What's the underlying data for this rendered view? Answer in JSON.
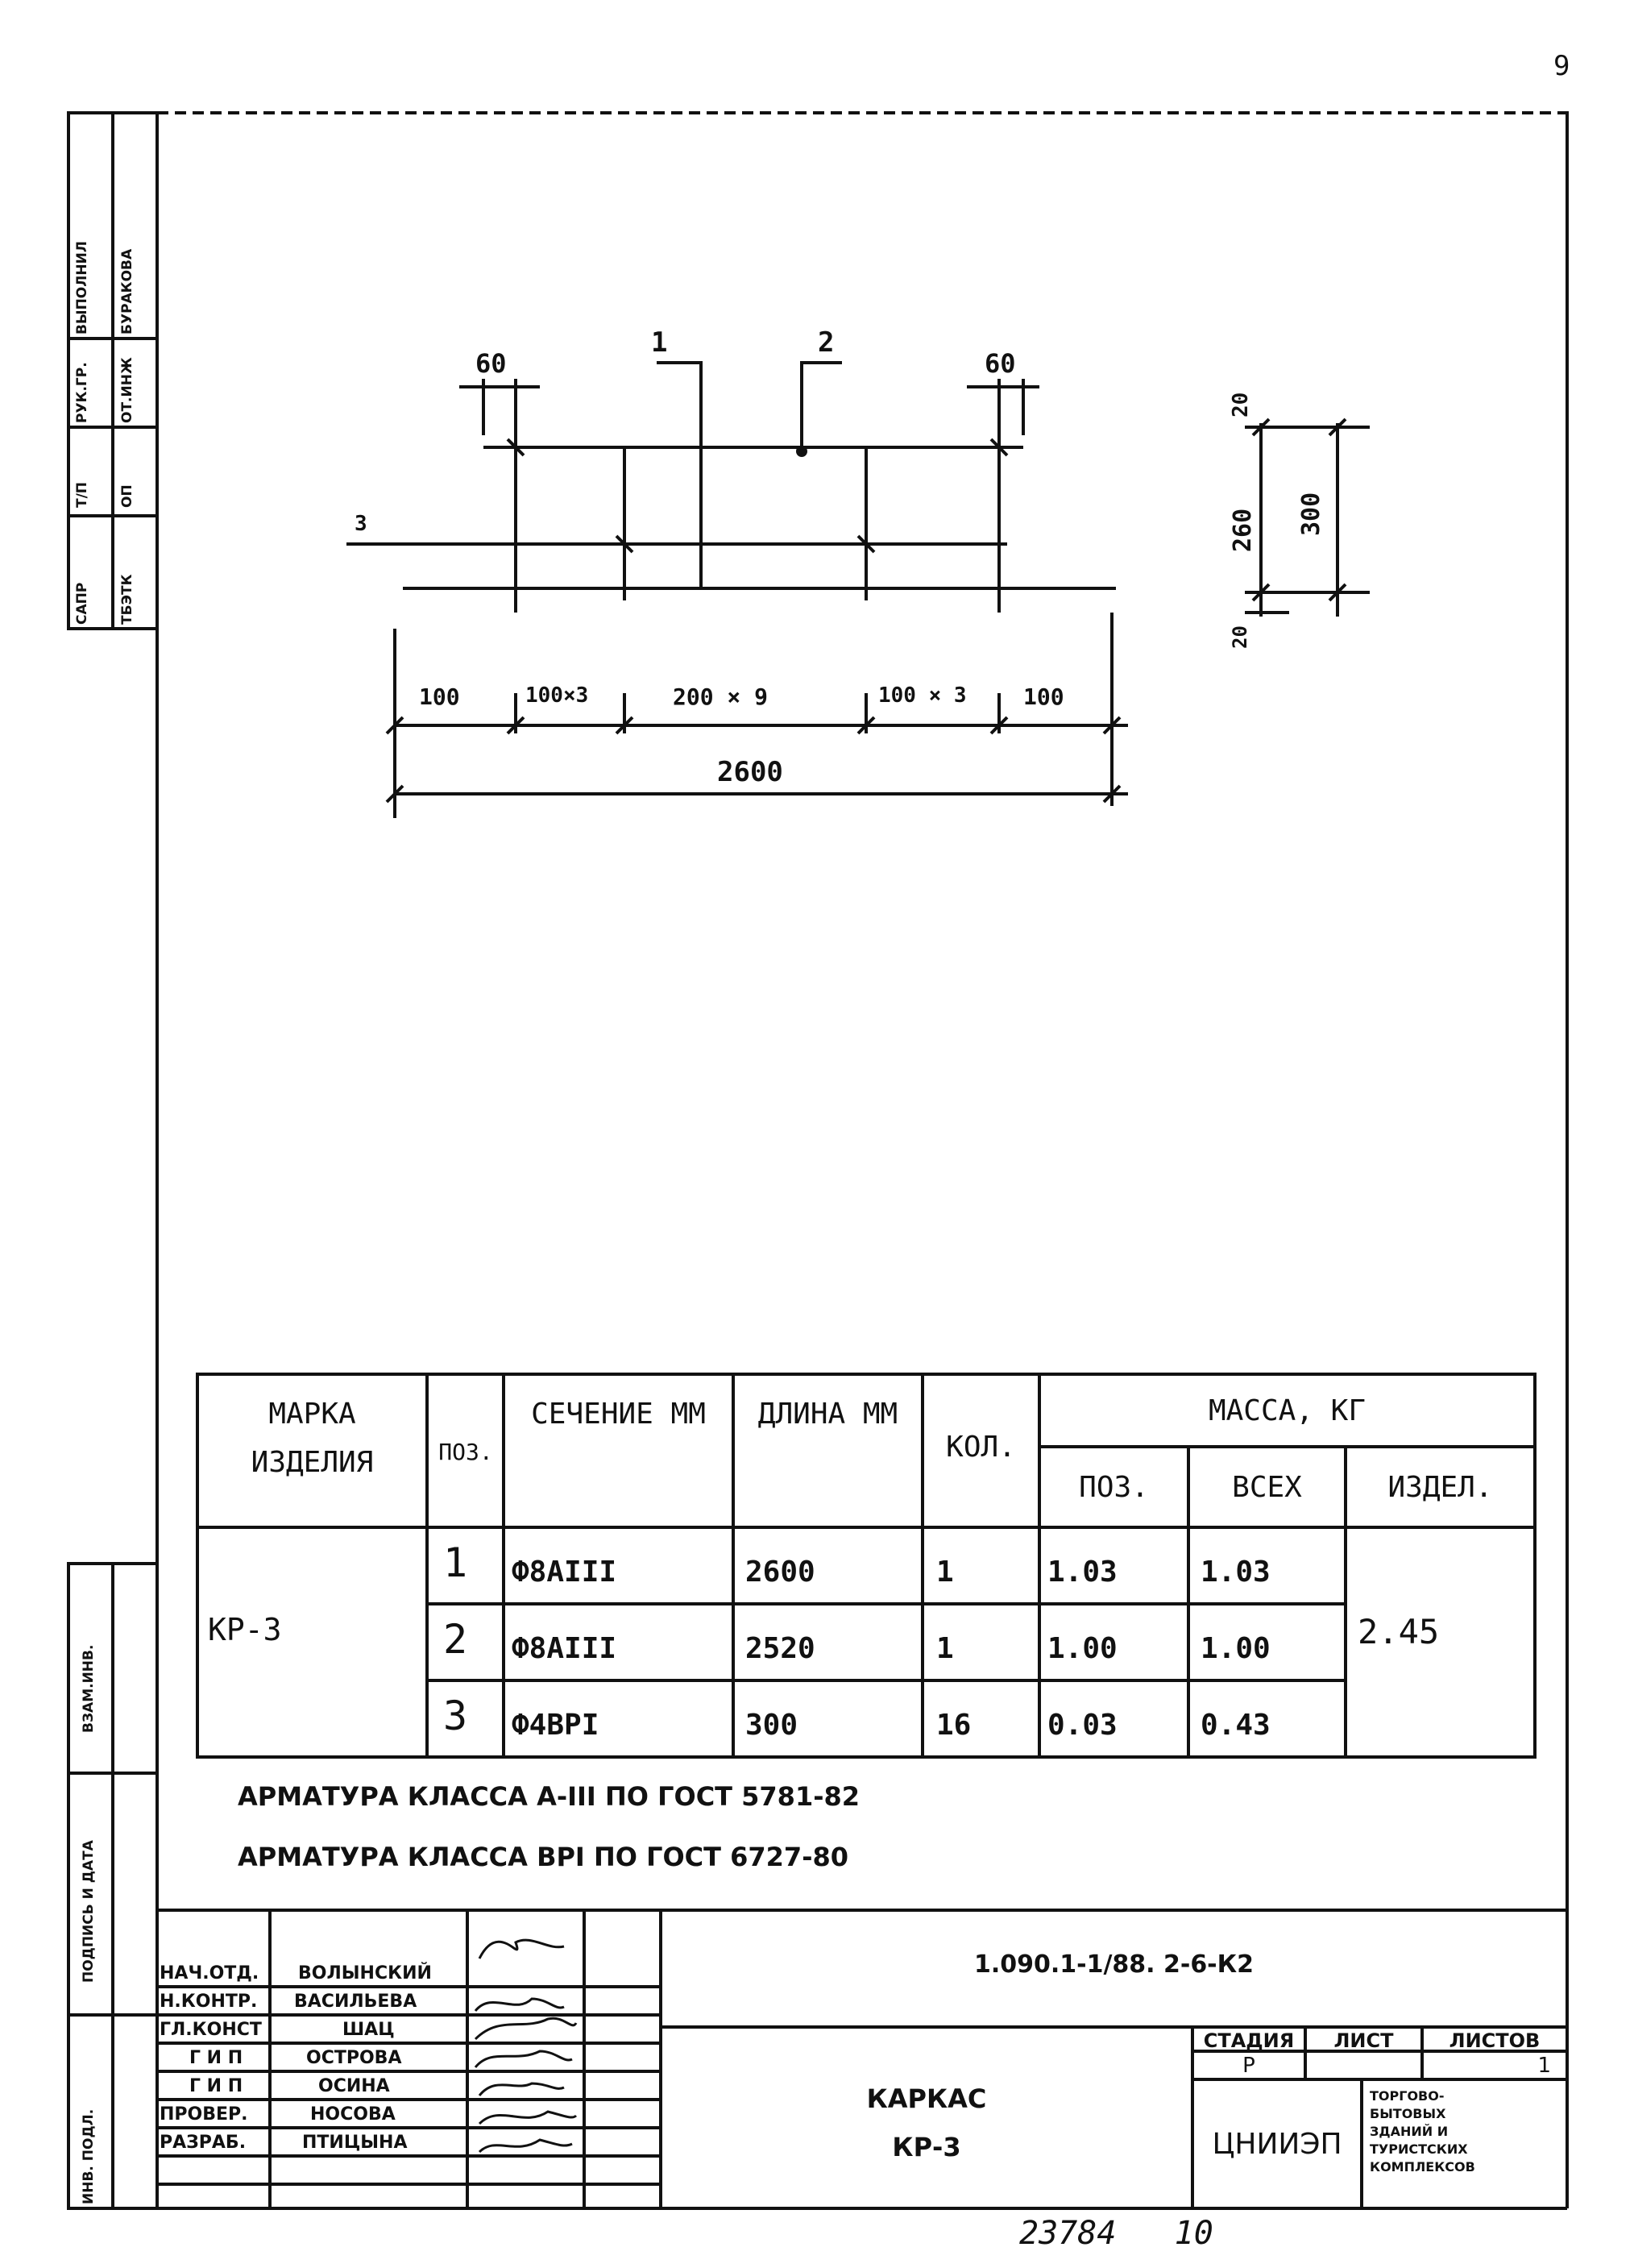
{
  "page_marker": "9",
  "side_stamp_top": [
    "САПР",
    "ТБЭТК",
    "Т/П",
    "ОП",
    "РУК.ГР.",
    "ОТ.ИНЖ",
    "ВЫПОЛНИЛ",
    "БУРАКОВА"
  ],
  "side_stamp_bottom": [
    "ВЗАМ.ИНВ.",
    "ПОДПИСЬ И ДАТА",
    "ИНВ. ПОДЛ."
  ],
  "drawing": {
    "pos_labels": [
      "1",
      "2",
      "3"
    ],
    "top_dims": [
      "60",
      "60"
    ],
    "bottom_dims": [
      "100",
      "100×3",
      "200 × 9",
      "100 × 3",
      "100"
    ],
    "total_dim": "2600",
    "side_dims": [
      "20",
      "260",
      "20",
      "300"
    ]
  },
  "spec_table": {
    "headers": {
      "mark": "МАРКА ИЗДЕЛИЯ",
      "pos": "ПОЗ.",
      "section": "СЕЧЕНИЕ ММ",
      "length": "ДЛИНА ММ",
      "qty": "КОЛ.",
      "mass": "МАССА, КГ",
      "mass_pos": "ПОЗ.",
      "mass_all": "ВСЕХ",
      "mass_item": "ИЗДЕЛ."
    },
    "mark": "КР-3",
    "item_total": "2.45",
    "rows": [
      {
        "pos": "1",
        "section": "Ф8АIII",
        "length": "2600",
        "qty": "1",
        "mass_pos": "1.03",
        "mass_all": "1.03"
      },
      {
        "pos": "2",
        "section": "Ф8АIII",
        "length": "2520",
        "qty": "1",
        "mass_pos": "1.00",
        "mass_all": "1.00"
      },
      {
        "pos": "3",
        "section": "Ф4ВРI",
        "length": "300",
        "qty": "16",
        "mass_pos": "0.03",
        "mass_all": "0.43"
      }
    ]
  },
  "notes": [
    "АРМАТУРА КЛАССА А-III ПО ГОСТ 5781-82",
    "АРМАТУРА КЛАССА ВРI ПО ГОСТ 6727-80"
  ],
  "title_block": {
    "document_code": "1.090.1-1/88. 2-6-К2",
    "title_line1": "КАРКАС",
    "title_line2": "КР-3",
    "stage_header": "СТАДИЯ",
    "sheet_header": "ЛИСТ",
    "sheets_header": "ЛИСТОВ",
    "stage_value": "Р",
    "sheet_value": "",
    "sheets_value": "1",
    "organization": "ЦНИИЭП",
    "org_note": [
      "ТОРГОВО-",
      "БЫТОВЫХ",
      "ЗДАНИЙ И",
      "ТУРИСТСКИХ",
      "КОМПЛЕКСОВ"
    ],
    "signatures": [
      {
        "role": "НАЧ.ОТД.",
        "name": "ВОЛЫНСКИЙ"
      },
      {
        "role": "Н.КОНТР.",
        "name": "ВАСИЛЬЕВА"
      },
      {
        "role": "ГЛ.КОНСТ",
        "name": "ШАЦ"
      },
      {
        "role": "Г И П",
        "name": "ОСТРОВА"
      },
      {
        "role": "Г И П",
        "name": "ОСИНА"
      },
      {
        "role": "ПРОВЕР.",
        "name": "НОСОВА"
      },
      {
        "role": "РАЗРАБ.",
        "name": "ПТИЦЫНА"
      }
    ]
  },
  "footer_stamp": "23784   10"
}
